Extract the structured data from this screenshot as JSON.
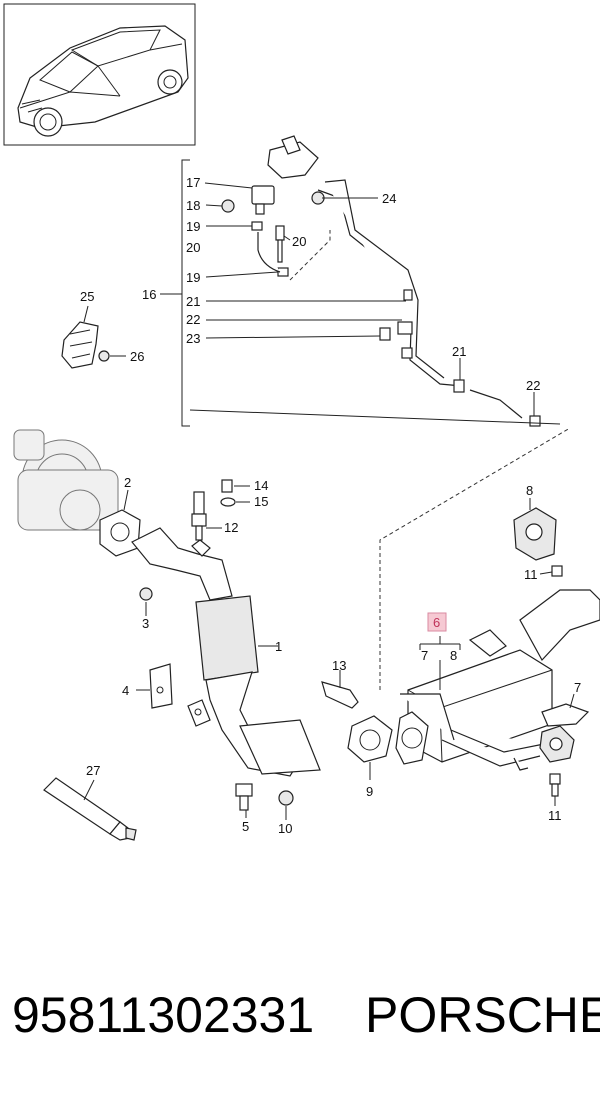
{
  "callouts": [
    {
      "id": "c1",
      "text": "1"
    },
    {
      "id": "c2",
      "text": "2"
    },
    {
      "id": "c3",
      "text": "3"
    },
    {
      "id": "c4",
      "text": "4"
    },
    {
      "id": "c5",
      "text": "5"
    },
    {
      "id": "c6",
      "text": "6",
      "highlighted": true
    },
    {
      "id": "c7a",
      "text": "7"
    },
    {
      "id": "c8a",
      "text": "8"
    },
    {
      "id": "c7b",
      "text": "7"
    },
    {
      "id": "c8b",
      "text": "8"
    },
    {
      "id": "c9",
      "text": "9"
    },
    {
      "id": "c10",
      "text": "10"
    },
    {
      "id": "c11a",
      "text": "11"
    },
    {
      "id": "c11b",
      "text": "11"
    },
    {
      "id": "c12",
      "text": "12"
    },
    {
      "id": "c13",
      "text": "13"
    },
    {
      "id": "c14",
      "text": "14"
    },
    {
      "id": "c15",
      "text": "15"
    },
    {
      "id": "c16",
      "text": "16"
    },
    {
      "id": "c17",
      "text": "17"
    },
    {
      "id": "c18",
      "text": "18"
    },
    {
      "id": "c19a",
      "text": "19"
    },
    {
      "id": "c19b",
      "text": "19"
    },
    {
      "id": "c20a",
      "text": "20"
    },
    {
      "id": "c20b",
      "text": "20"
    },
    {
      "id": "c21a",
      "text": "21"
    },
    {
      "id": "c21b",
      "text": "21"
    },
    {
      "id": "c22a",
      "text": "22"
    },
    {
      "id": "c22b",
      "text": "22"
    },
    {
      "id": "c23",
      "text": "23"
    },
    {
      "id": "c24",
      "text": "24"
    },
    {
      "id": "c25",
      "text": "25"
    },
    {
      "id": "c26",
      "text": "26"
    },
    {
      "id": "c27",
      "text": "27"
    }
  ],
  "footer": {
    "part_number": "95811302331",
    "brand": "PORSCHE"
  },
  "colors": {
    "highlight_fill": "#f6c9d3",
    "highlight_text": "#c0335a",
    "line": "#222222"
  },
  "icons": {
    "vehicle_thumbnail": "suv-car-icon",
    "sealant_tube": "tube-icon"
  }
}
